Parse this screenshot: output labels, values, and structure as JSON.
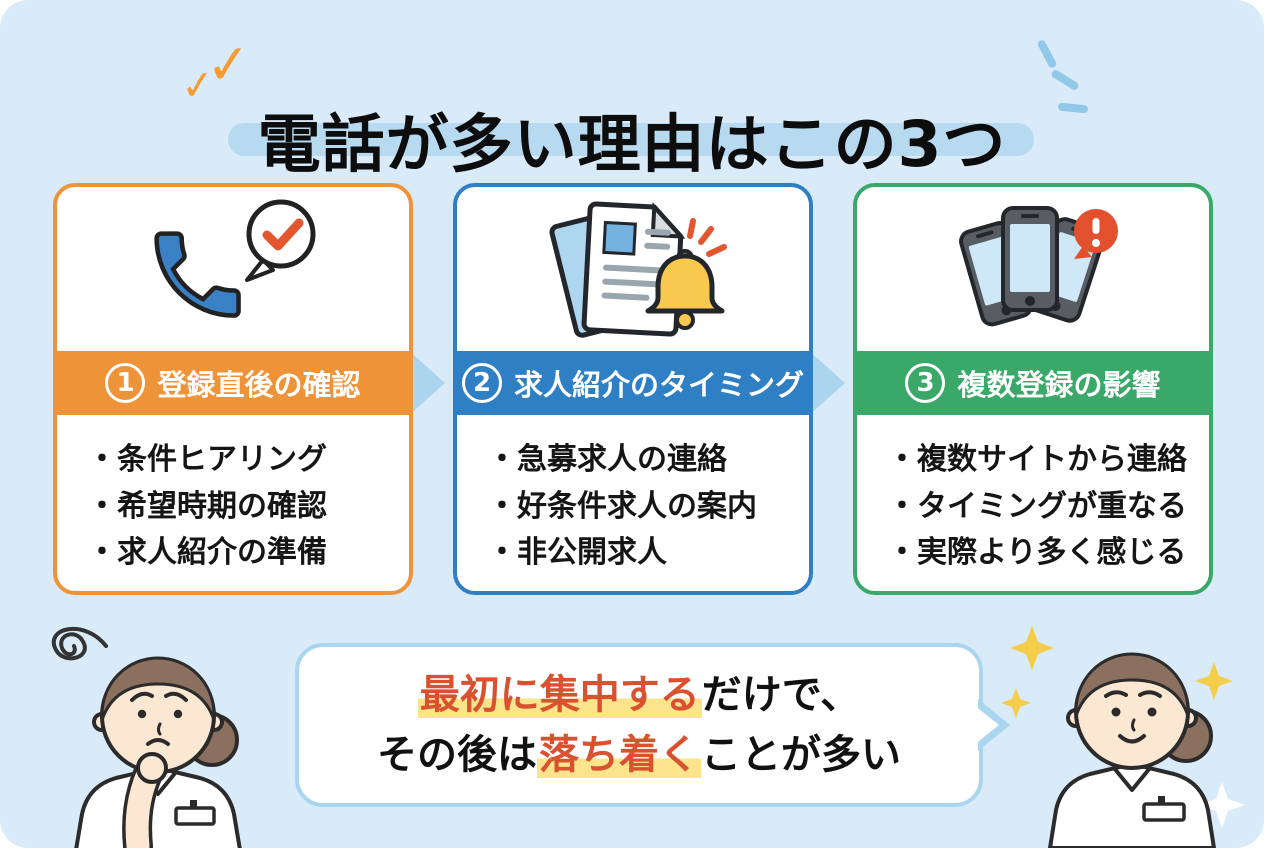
{
  "page": {
    "background_color": "#D9EAF8"
  },
  "title": {
    "text": "電話が多い理由はこの3つ",
    "underline_color": "#B7DAF1",
    "check_decoration": "orange-double-checkmark",
    "check_decoration_color": "#F59C33",
    "emphasis_lines_color": "#90C8EA"
  },
  "cards": [
    {
      "number": "1",
      "heading": "登録直後の確認",
      "accent_color": "#EF9339",
      "icon": "phone-check-icon",
      "items": [
        "・条件ヒアリング",
        "・希望時期の確認",
        "・求人紹介の準備"
      ]
    },
    {
      "number": "2",
      "heading": "求人紹介のタイミング",
      "accent_color": "#2E7FC4",
      "icon": "documents-bell-icon",
      "items": [
        "・急募求人の連絡",
        "・好条件求人の案内",
        "・非公開求人"
      ]
    },
    {
      "number": "3",
      "heading": "複数登録の影響",
      "accent_color": "#3AA868",
      "icon": "phones-alert-icon",
      "items": [
        "・複数サイトから連絡",
        "・タイミングが重なる",
        "・実際より多く感じる"
      ]
    }
  ],
  "arrow_color": "#ABD4EE",
  "conclusion": {
    "line1_em": "最初に集中する",
    "line1_rest": "だけで、",
    "line2_pre": "その後は",
    "line2_em": "落ち着く",
    "line2_post": "ことが多い",
    "em_color": "#D9512F",
    "highlight_color": "#FBE48C"
  },
  "characters": {
    "left": "worried-nurse-with-confusion-squiggle",
    "right": "smiling-nurse-with-sparkles"
  }
}
